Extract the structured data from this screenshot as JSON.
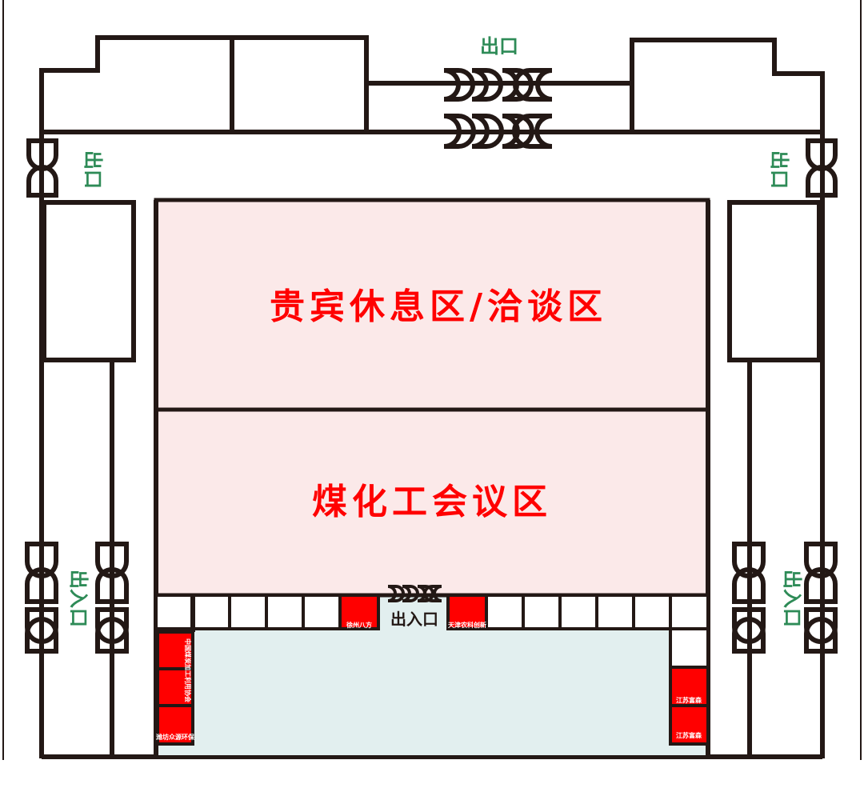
{
  "zones": {
    "vip": "贵宾休息区/洽谈区",
    "meeting": "煤化工会议区"
  },
  "exits": {
    "top": "出口",
    "left_top": "出口",
    "right_top": "出口",
    "left_bottom": "出入口",
    "right_bottom": "出入口",
    "center": "出入口"
  },
  "booths": {
    "xuzhou": "徐州八方",
    "tianjin": "天津农科创新",
    "china_assoc": "中国煤炭加工利用协会",
    "weifang": "潍坊众源环保",
    "jiangsu_1": "江苏富森",
    "jiangsu_2": "江苏富森"
  },
  "colors": {
    "booth_highlight": "#ff0000",
    "zone_fill": "#fbe9e9",
    "hall_fill": "#e2efef",
    "exit_text": "#2e8b57"
  }
}
